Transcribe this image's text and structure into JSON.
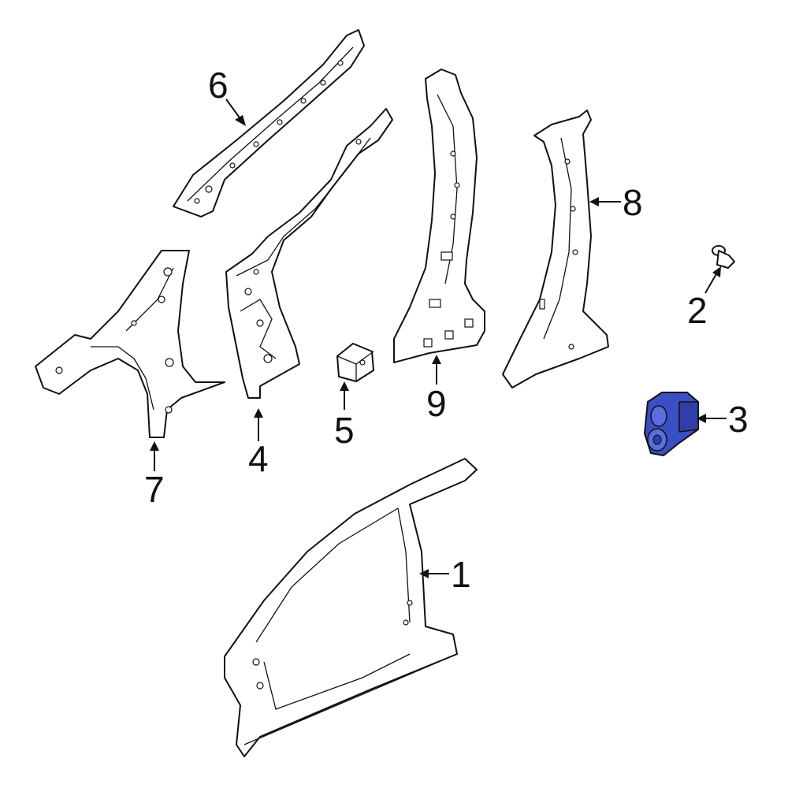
{
  "diagram": {
    "highlight_color": "#3b4fc4",
    "line_color": "#111111",
    "background": "#ffffff"
  },
  "callouts": {
    "c1": "1",
    "c2": "2",
    "c3": "3",
    "c4": "4",
    "c5": "5",
    "c6": "6",
    "c7": "7",
    "c8": "8",
    "c9": "9"
  }
}
